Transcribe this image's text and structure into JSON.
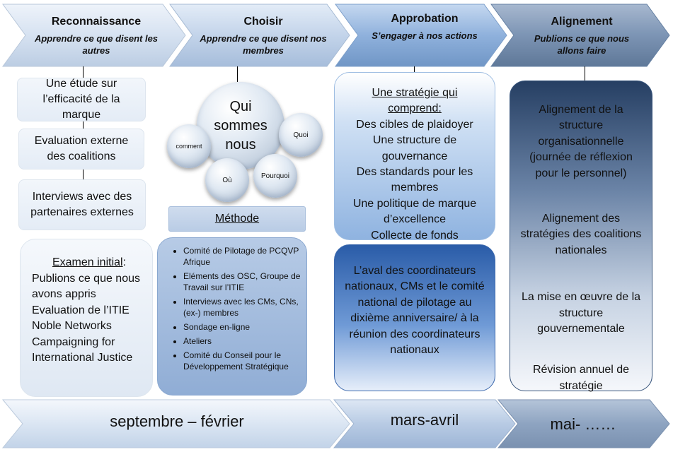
{
  "stages": [
    {
      "title": "Reconnaissance",
      "subtitle": "Apprendre ce que disent les autres"
    },
    {
      "title": "Choisir",
      "subtitle": "Apprendre ce que disent nos membres"
    },
    {
      "title": "Approbation",
      "subtitle": "S’engager à nos actions"
    },
    {
      "title": "Alignement",
      "subtitle": "Publions ce que nous allons faire"
    }
  ],
  "col1": {
    "box1": "Une étude sur l’efficacité de la marque",
    "box2": "Evaluation externe des coalitions",
    "box3": "Interviews avec des partenaires externes",
    "exam_title": "Examen initial",
    "exam_colon": ":",
    "exam_items": [
      "Publions ce que nous avons appris",
      "Evaluation de l’ITIE",
      "Noble Networks",
      "Campaigning for International Justice"
    ]
  },
  "col2": {
    "bubble_main": "Qui sommes nous",
    "bubble_comment": "comment",
    "bubble_quoi": "Quoi",
    "bubble_ou": "Où",
    "bubble_pourquoi": "Pourquoi",
    "methode_label": "Méthode",
    "methode_items": [
      "Comité de Pilotage de PCQVP Afrique",
      "Eléments des OSC, Groupe de Travail sur l’ITIE",
      "Interviews avec les CMs, CNs, (ex-) membres",
      "Sondage en-ligne",
      "Ateliers",
      "Comité du Conseil pour le Développement Stratégique"
    ]
  },
  "col3": {
    "strategy_title": "Une stratégie qui comprend:",
    "strategy_items": [
      "Des cibles de plaidoyer",
      "Une structure de gouvernance",
      "Des standards pour les membres",
      "Une politique de marque d’excellence",
      "Collecte de fonds"
    ],
    "approval_text": "L’aval des coordinateurs nationaux, CMs et le comité national de pilotage au dixième anniversaire/ à la réunion des coordinateurs nationaux"
  },
  "col4": {
    "items": [
      "Alignement de la structure organisationnelle (journée de réflexion pour le personnel)",
      "Alignement des stratégies des coalitions nationales",
      "La mise en œuvre de la structure gouvernementale",
      "Révision annuel de stratégie"
    ]
  },
  "timeline": [
    {
      "label": "septembre – février"
    },
    {
      "label": "mars-avril"
    },
    {
      "label": "mai- ……"
    }
  ],
  "colors": {
    "chevron1": "#dfe8f4",
    "chevron2": "#c9d8ea",
    "chevron3": "#8fb1d9",
    "chevron4": "#6d87a8",
    "box_blue_top": "#ffffff",
    "box_blue_mid": "#93b6e2",
    "box_blue_deep": "#2e5faa",
    "box_dark": "#2b4566"
  }
}
